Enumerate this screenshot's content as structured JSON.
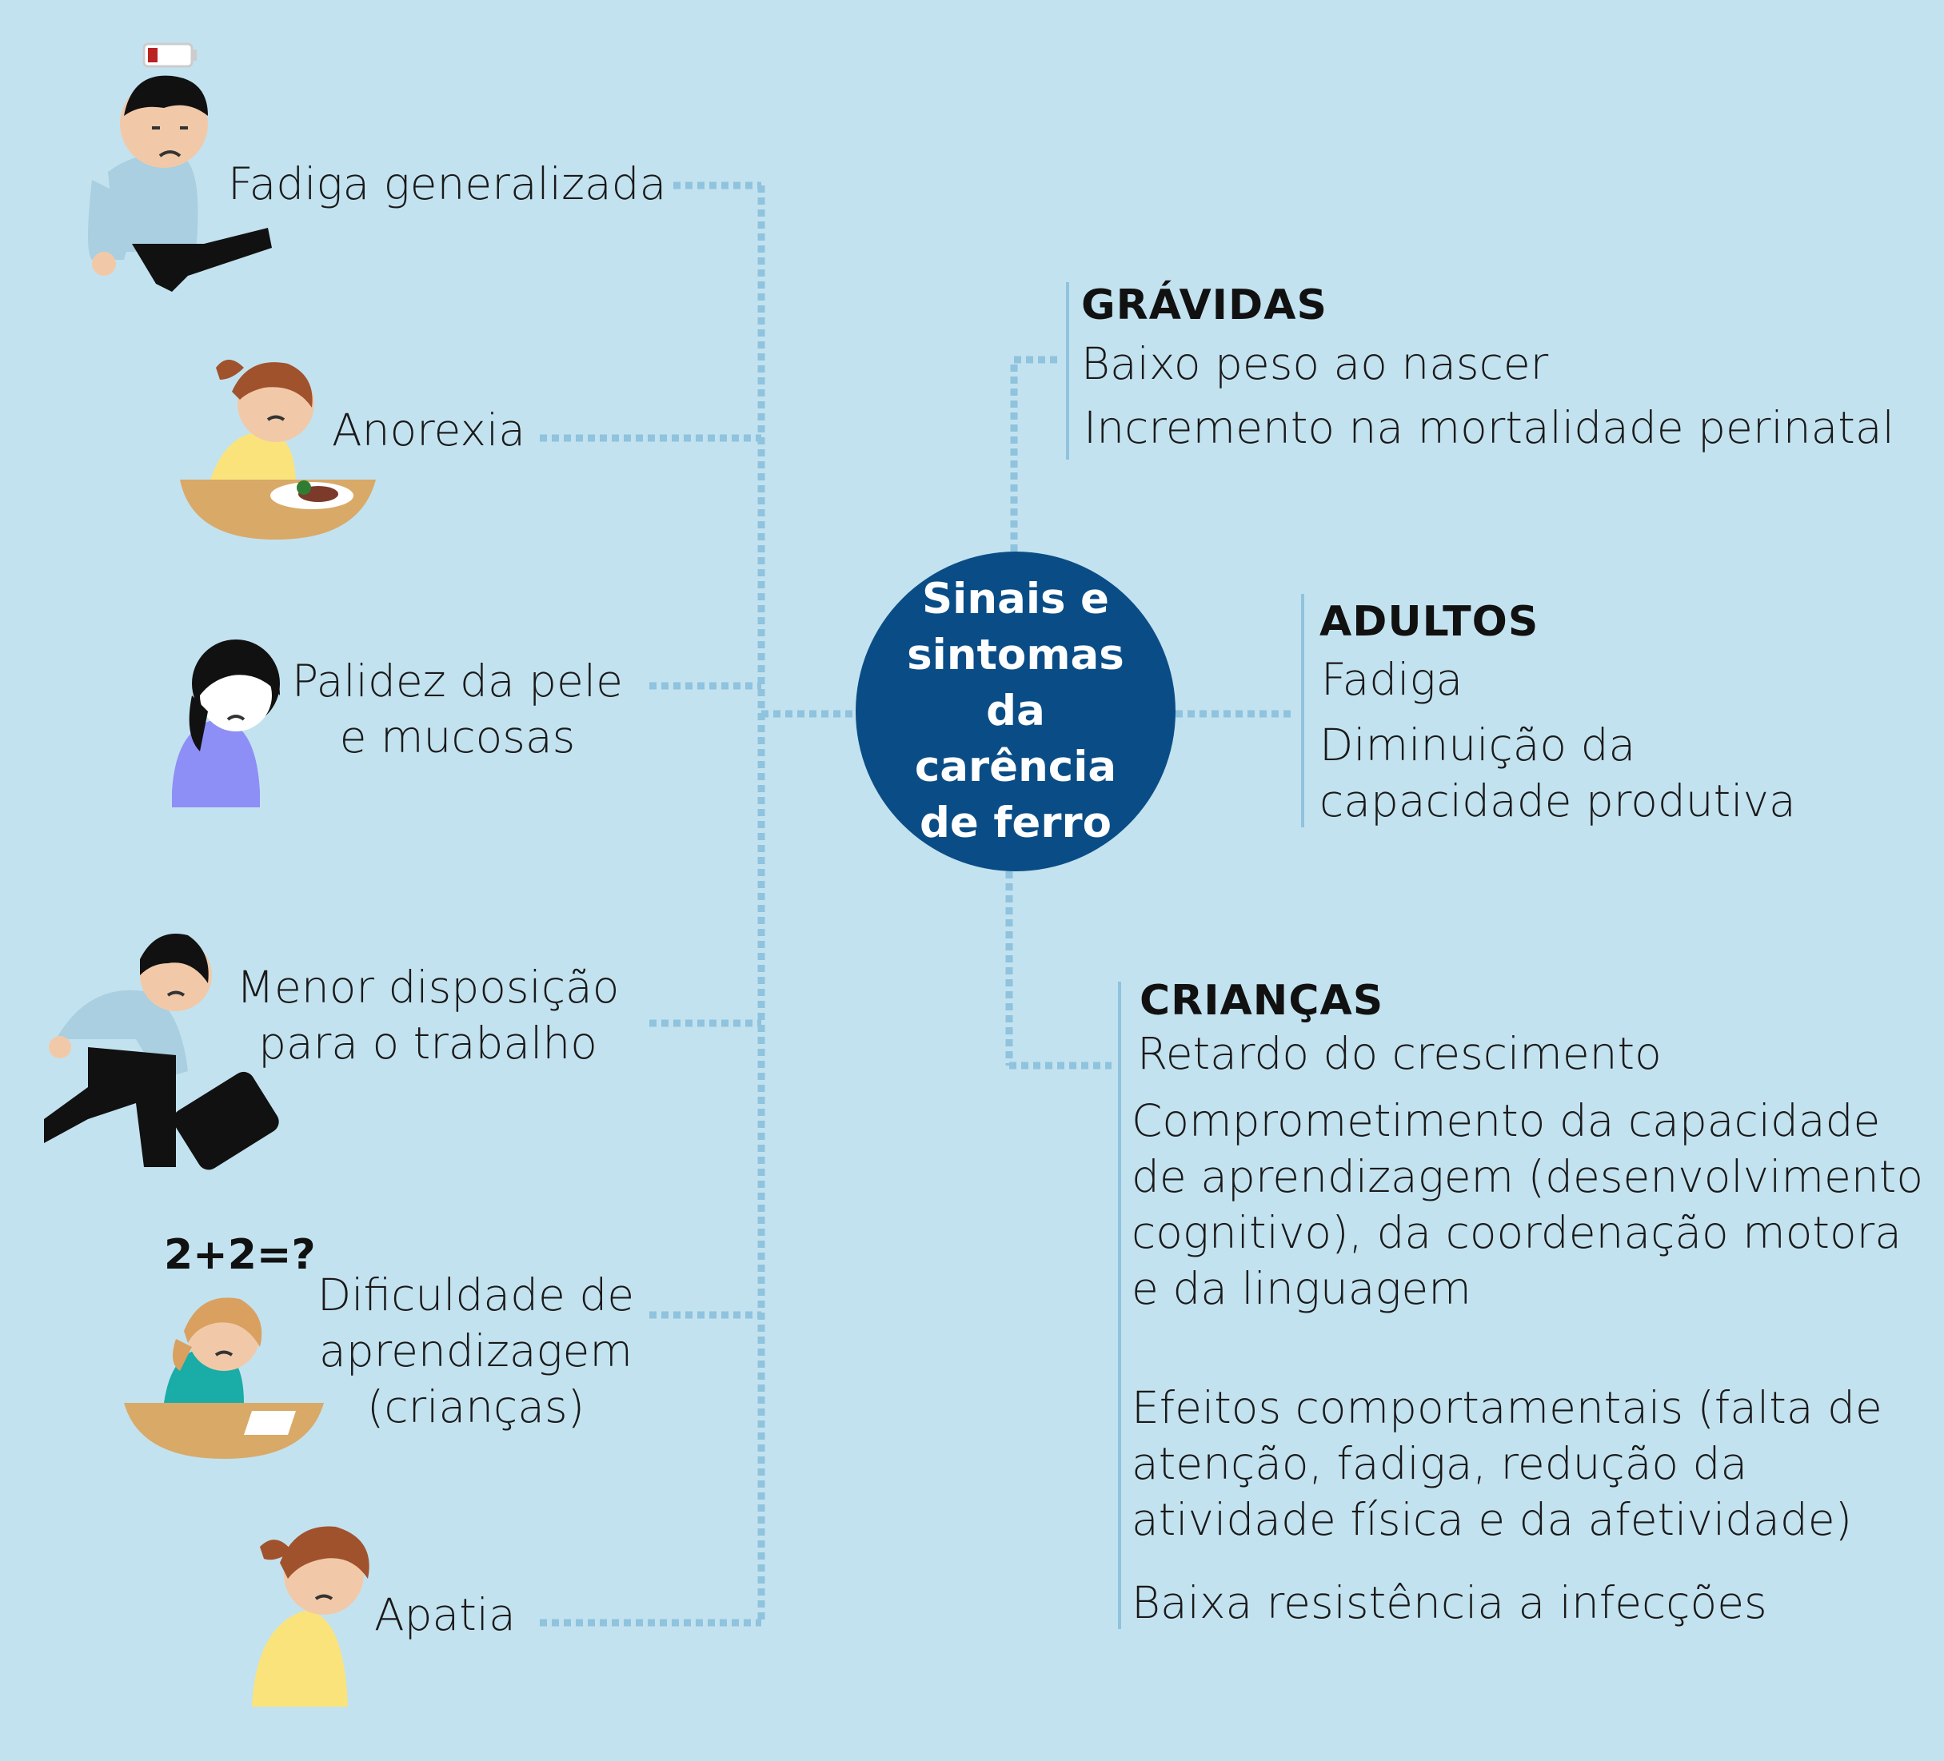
{
  "center": {
    "title": "Sinais e sintomas da carência de ferro"
  },
  "left_symptoms": [
    {
      "label": "Fadiga generalizada"
    },
    {
      "label": "Anorexia"
    },
    {
      "label": "Palidez da pele e mucosas"
    },
    {
      "label": "Menor disposição para o trabalho"
    },
    {
      "label": "Dificuldade de aprendizagem (crianças)"
    },
    {
      "label": "Apatia"
    }
  ],
  "illustration": {
    "math_text": "2+2=?"
  },
  "groups": {
    "gravidas": {
      "heading": "GRÁVIDAS",
      "items": [
        "Baixo peso ao nascer",
        "Incremento na mortalidade perinatal"
      ]
    },
    "adultos": {
      "heading": "ADULTOS",
      "items": [
        "Fadiga",
        "Diminuição da capacidade produtiva"
      ]
    },
    "criancas": {
      "heading": "CRIANÇAS",
      "items": [
        "Retardo do crescimento",
        "Comprometimento da capacidade de aprendizagem (desenvolvimento cognitivo), da coordenação motora e da linguagem",
        "Efeitos comportamentais (falta de atenção, fadiga, redução da atividade física e da afetividade)",
        "Baixa resistência a infecções"
      ]
    }
  },
  "colors": {
    "background": "#c3e2ef",
    "center": "#0a4d86",
    "connector": "#8fc3de"
  }
}
